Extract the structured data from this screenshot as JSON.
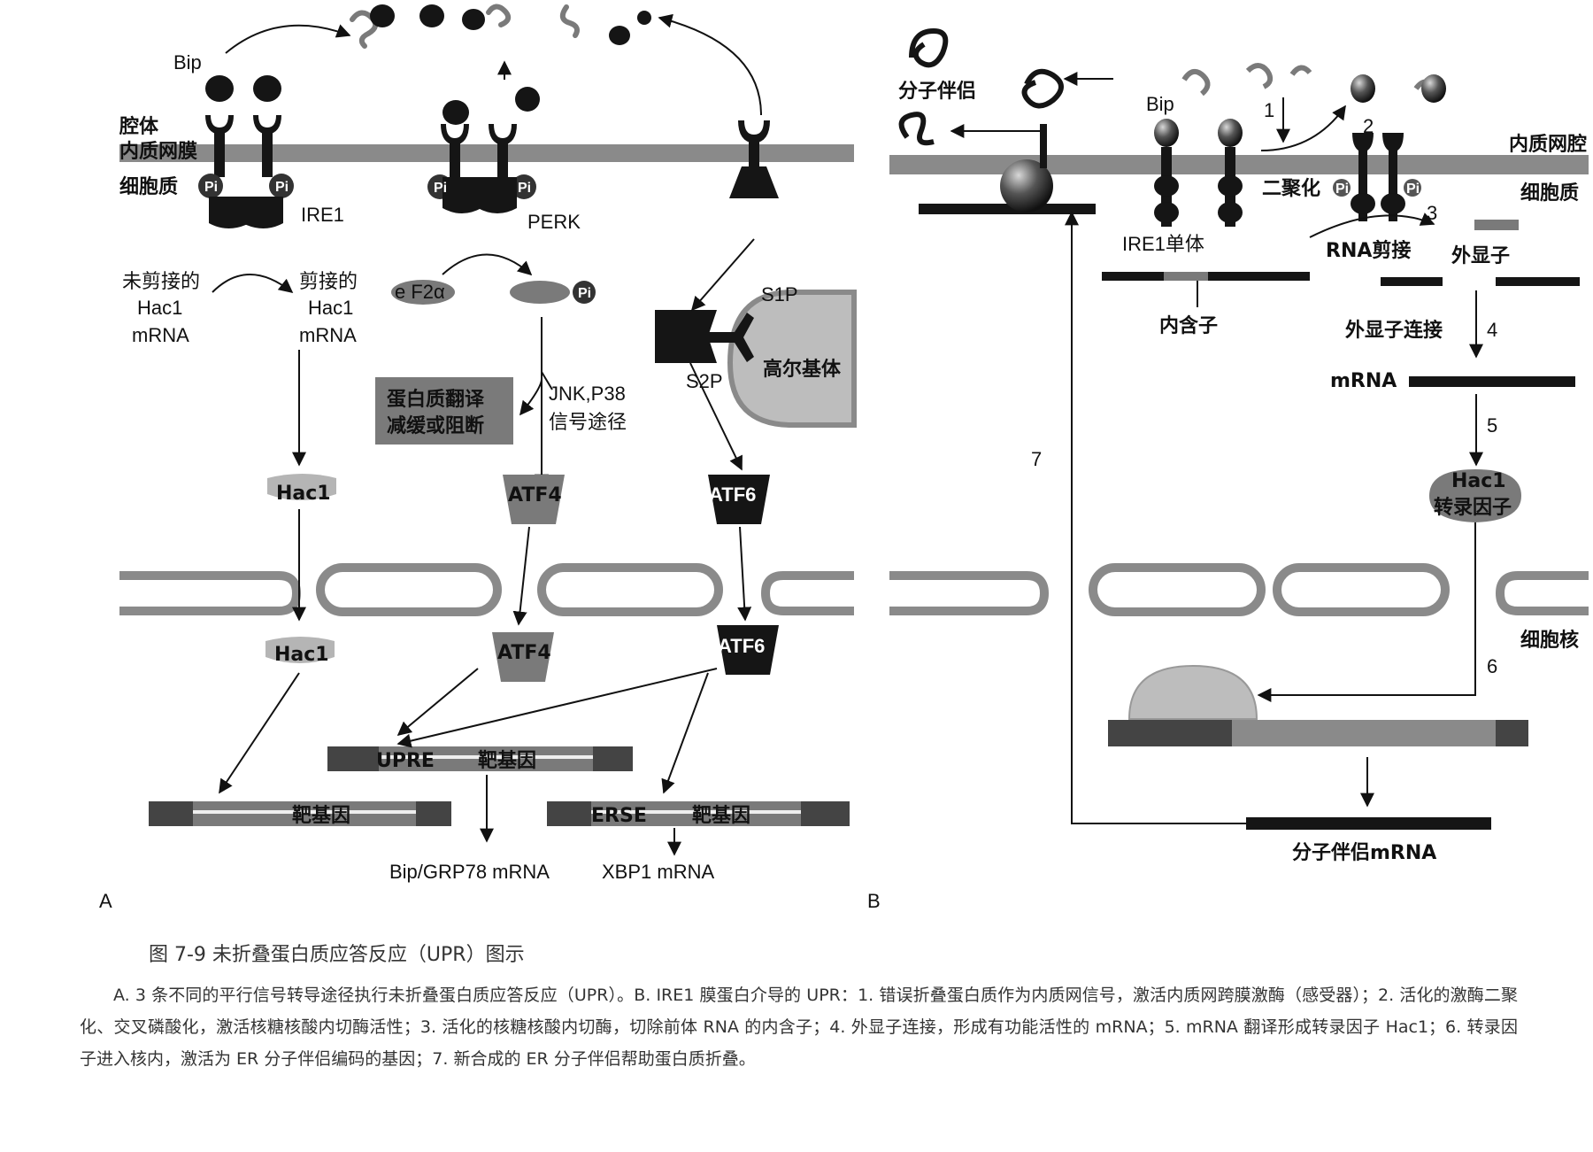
{
  "panel_a": {
    "panel_letter": "A",
    "bip": "Bip",
    "lumen": "腔体",
    "er_membrane": "内质网膜",
    "cytoplasm": "细胞质",
    "pi": "Pi",
    "ire1": "IRE1",
    "perk": "PERK",
    "unspliced_mrna": [
      "未剪接的",
      "Hac1",
      "mRNA"
    ],
    "spliced_mrna": [
      "剪接的",
      "Hac1",
      "mRNA"
    ],
    "eif2a": "e F2α",
    "translation_box": [
      "蛋白质翻译",
      "减缓或阻断"
    ],
    "jnk_pathway": [
      "JNK,P38",
      "信号途径"
    ],
    "s1p": "S1P",
    "s2p": "S2P",
    "golgi": "高尔基体",
    "hac1": "Hac1",
    "atf4": "ATF4",
    "atf6": "ATF6",
    "upre": "UPRE",
    "target_gene": "靶基因",
    "erse": "ERSE",
    "bip_mrna": "Bip/GRP78 mRNA",
    "xbp1_mrna": "XBP1 mRNA"
  },
  "panel_b": {
    "panel_letter": "B",
    "chaperone": "分子伴侣",
    "bip": "Bip",
    "step_numbers": [
      "1",
      "2",
      "3",
      "4",
      "5",
      "6",
      "7"
    ],
    "er_lumen": "内质网腔",
    "cytoplasm": "细胞质",
    "dimerization": "二聚化",
    "pi": "Pi",
    "ire1_monomer": "IRE1单体",
    "rna_splicing": "RNA剪接",
    "exon": "外显子",
    "intron": "内含子",
    "exon_ligation": "外显子连接",
    "mrna": "mRNA",
    "hac1_tf": [
      "Hac1",
      "转录因子"
    ],
    "nucleus": "细胞核",
    "chaperone_mrna": "分子伴侣mRNA"
  },
  "caption": {
    "title": "图 7-9   未折叠蛋白质应答反应（UPR）图示",
    "body": "A. 3 条不同的平行信号转导途径执行未折叠蛋白质应答反应（UPR）。B. IRE1 膜蛋白介导的 UPR：1. 错误折叠蛋白质作为内质网信号，激活内质网跨膜激酶（感受器）；2. 活化的激酶二聚化、交叉磷酸化，激活核糖核酸内切酶活性；3. 活化的核糖核酸内切酶，切除前体 RNA 的内含子；4. 外显子连接，形成有功能活性的 mRNA；5. mRNA 翻译形成转录因子 Hac1；6. 转录因子进入核内，激活为 ER 分子伴侣编码的基因；7. 新合成的 ER 分子伴侣帮助蛋白质折叠。"
  },
  "colors": {
    "membrane": "#8a8a8a",
    "dark": "#151515",
    "gray_mid": "#7a7a7a",
    "gray_light": "#b5b5b5",
    "golgi": "#bdbdbd"
  }
}
